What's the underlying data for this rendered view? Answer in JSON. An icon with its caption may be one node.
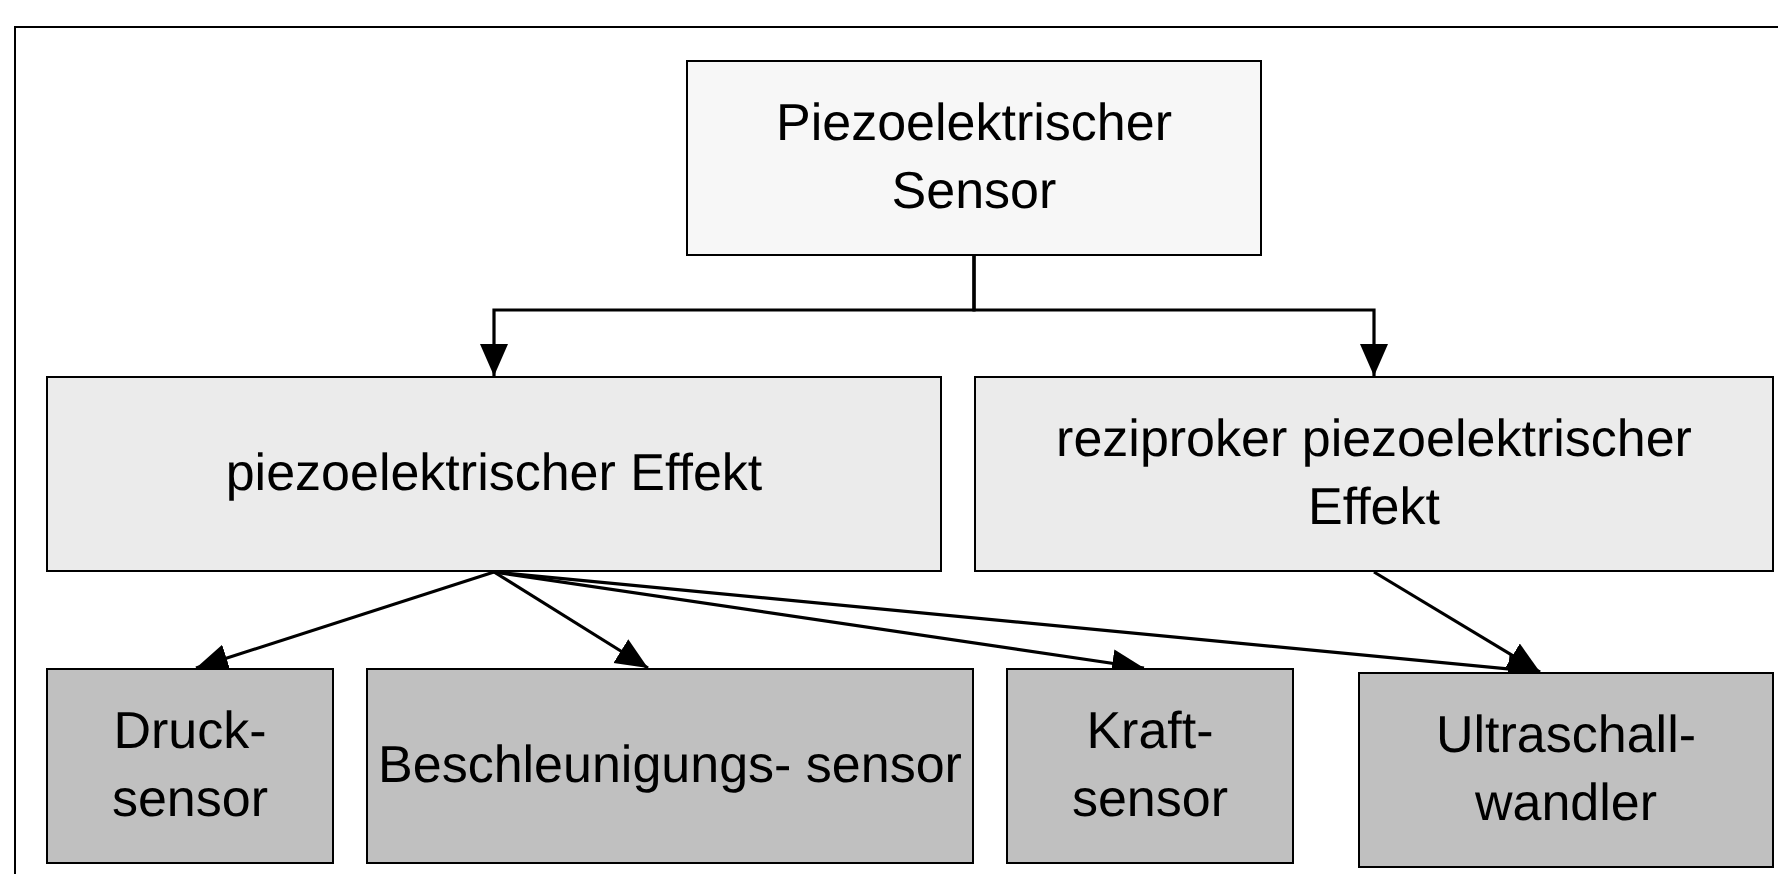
{
  "diagram": {
    "nodes": [
      {
        "text": [
          "Piezoelektrischer Sensor"
        ]
      },
      {
        "text": [
          "piezoelektrischer Effekt"
        ]
      },
      {
        "text": [
          "reziproker piezoelektrischer Effekt"
        ]
      },
      {
        "text": [
          "Druck- sensor"
        ]
      },
      {
        "text": [
          "Beschleunigungs- sensor"
        ]
      },
      {
        "text": [
          "Kraft- sensor"
        ]
      },
      {
        "text": [
          "Ultraschall- wandler"
        ]
      }
    ],
    "edges": [
      {
        "from": 0,
        "to": 1,
        "arrow": "to"
      },
      {
        "from": 0,
        "to": 2,
        "arrow": "to"
      },
      {
        "from": 1,
        "to": 3,
        "arrow": "to"
      },
      {
        "from": 1,
        "to": 4,
        "arrow": "to"
      },
      {
        "from": 1,
        "to": 5,
        "arrow": "to"
      },
      {
        "from": 1,
        "to": 6,
        "arrow": "to"
      },
      {
        "from": 2,
        "to": 6,
        "arrow": "to"
      }
    ]
  }
}
